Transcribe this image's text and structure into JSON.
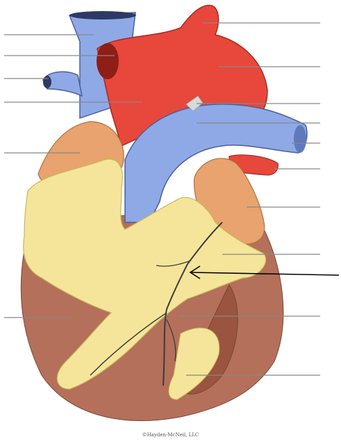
{
  "diagram": {
    "subject": "heart-anterior-view",
    "credit": "©Hayden-McNeil, LLC",
    "structures": [
      {
        "id": "superior-vena-cava"
      },
      {
        "id": "aortic-arch"
      },
      {
        "id": "pulmonary-trunk"
      },
      {
        "id": "right-auricle"
      },
      {
        "id": "left-auricle"
      },
      {
        "id": "right-pulmonary-artery"
      },
      {
        "id": "left-pulmonary-artery"
      },
      {
        "id": "right-ventricle"
      },
      {
        "id": "left-ventricle"
      },
      {
        "id": "epicardial-fat"
      },
      {
        "id": "anterior-interventricular-branch"
      }
    ],
    "label_lines": {
      "left_count": 6,
      "right_count": 11
    },
    "colors": {
      "vein_blue": "#8fa9e6",
      "artery_red": "#e8473b",
      "fat_yellow": "#f5e59a",
      "muscle_brown": "#b4705a",
      "auricle_orange": "#e8a36e",
      "vessel_dark": "#3b3b3b",
      "leader_line": "#888888",
      "pointer_arrow": "#000000"
    }
  }
}
